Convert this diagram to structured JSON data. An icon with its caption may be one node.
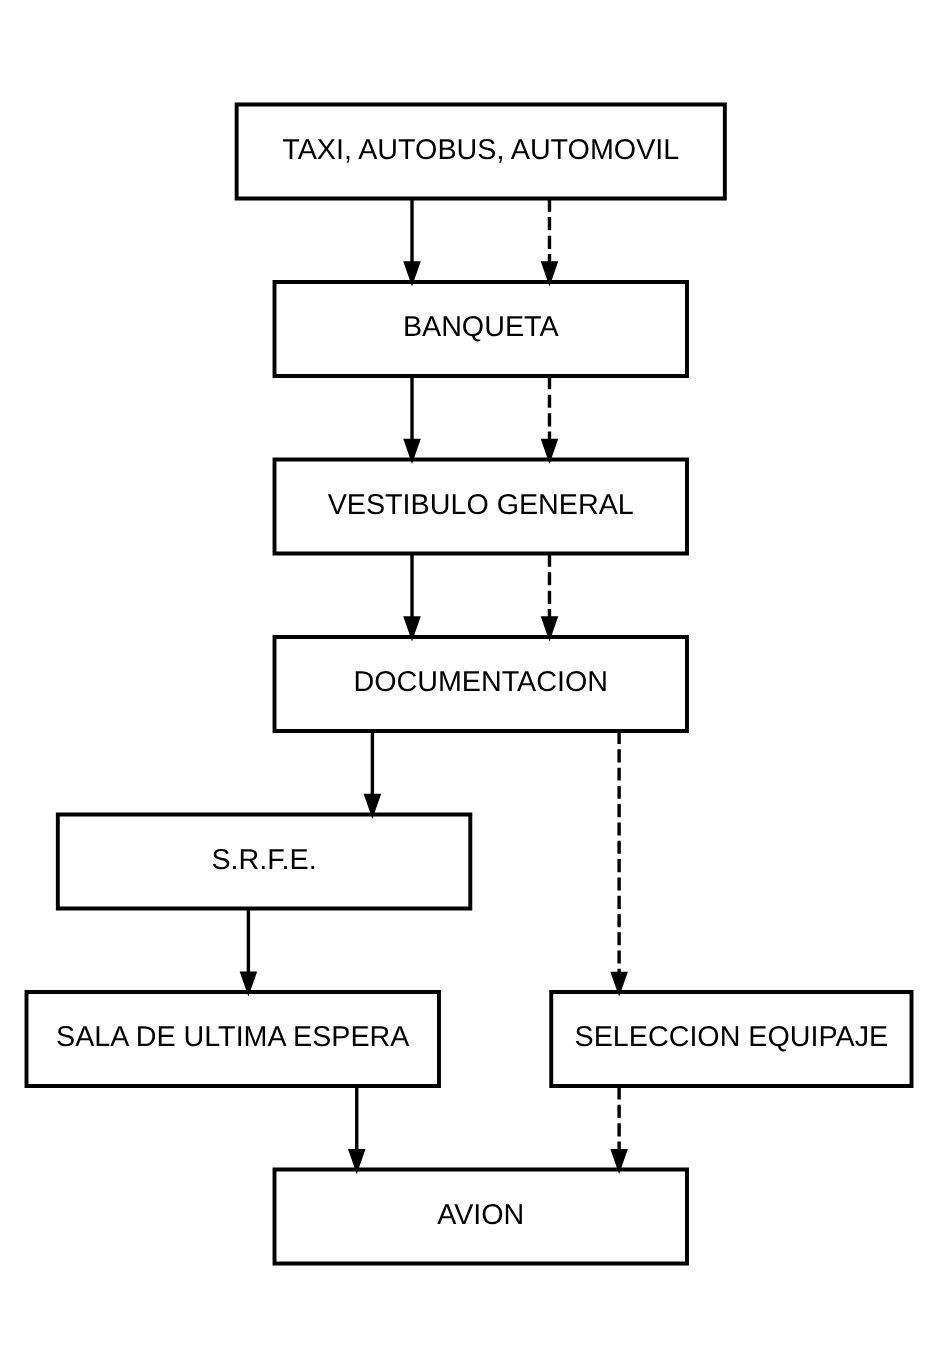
{
  "diagram": {
    "nodes": [
      {
        "text": [
          "TAXI, AUTOBUS, AUTOMOVIL"
        ]
      },
      {
        "text": [
          "BANQUETA"
        ]
      },
      {
        "text": [
          "VESTIBULO GENERAL"
        ]
      },
      {
        "text": [
          "DOCUMENTACION"
        ]
      },
      {
        "text": [
          "S.R.F.E."
        ]
      },
      {
        "text": [
          "SALA DE ULTIMA ESPERA"
        ]
      },
      {
        "text": [
          "AVION"
        ]
      },
      {
        "text": [
          "SELECCION EQUIPAJE"
        ]
      }
    ],
    "edges": [
      {
        "from": 0,
        "to": 1,
        "arrow": "to"
      },
      {
        "from": 0,
        "to": 1,
        "arrow": "to",
        "style": "dashed"
      },
      {
        "from": 1,
        "to": 2,
        "arrow": "to"
      },
      {
        "from": 1,
        "to": 2,
        "arrow": "to",
        "style": "dashed"
      },
      {
        "from": 2,
        "to": 3,
        "arrow": "to"
      },
      {
        "from": 2,
        "to": 3,
        "arrow": "to",
        "style": "dashed"
      },
      {
        "from": 3,
        "to": 4,
        "arrow": "to"
      },
      {
        "from": 3,
        "to": 7,
        "arrow": "to",
        "style": "dashed"
      },
      {
        "from": 4,
        "to": 5,
        "arrow": "to"
      },
      {
        "from": 5,
        "to": 6,
        "arrow": "to"
      },
      {
        "from": 7,
        "to": 6,
        "arrow": "to",
        "style": "dashed"
      }
    ]
  }
}
